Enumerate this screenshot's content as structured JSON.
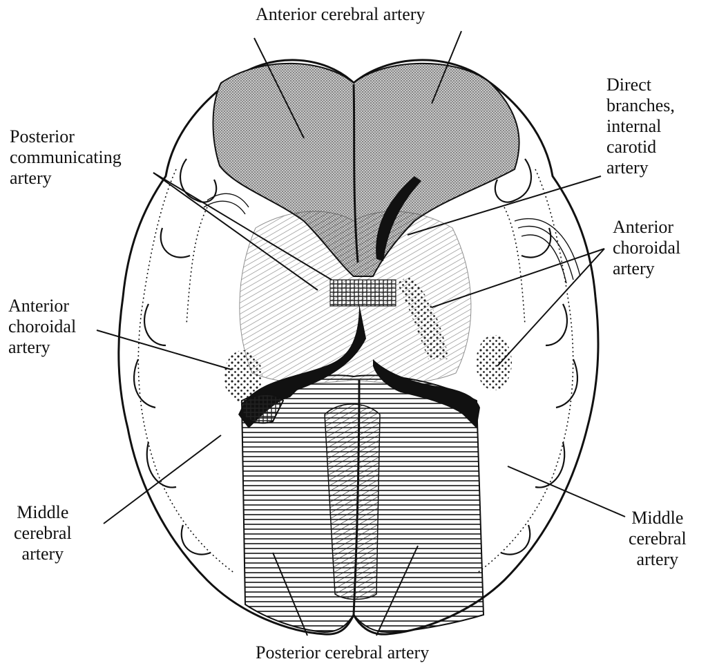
{
  "labels": {
    "anterior_cerebral_top": {
      "lines": [
        "Anterior cerebral artery"
      ]
    },
    "direct_branches": {
      "lines": [
        "Direct",
        "branches,",
        "internal",
        "carotid",
        "artery"
      ]
    },
    "posterior_communicating": {
      "lines": [
        "Posterior",
        "communicating",
        "artery"
      ]
    },
    "anterior_choroidal_right": {
      "lines": [
        "Anterior",
        "choroidal",
        "artery"
      ]
    },
    "anterior_choroidal_left": {
      "lines": [
        "Anterior",
        "choroidal",
        "artery"
      ]
    },
    "middle_cerebral_left": {
      "lines": [
        "Middle",
        "cerebral",
        "artery"
      ]
    },
    "middle_cerebral_right": {
      "lines": [
        "Middle",
        "cerebral",
        "artery"
      ]
    },
    "posterior_cerebral_bottom": {
      "lines": [
        "Posterior cerebral artery"
      ]
    }
  },
  "colors": {
    "ink": "#111111",
    "stipple": "#8a8a8a",
    "background": "#ffffff"
  }
}
